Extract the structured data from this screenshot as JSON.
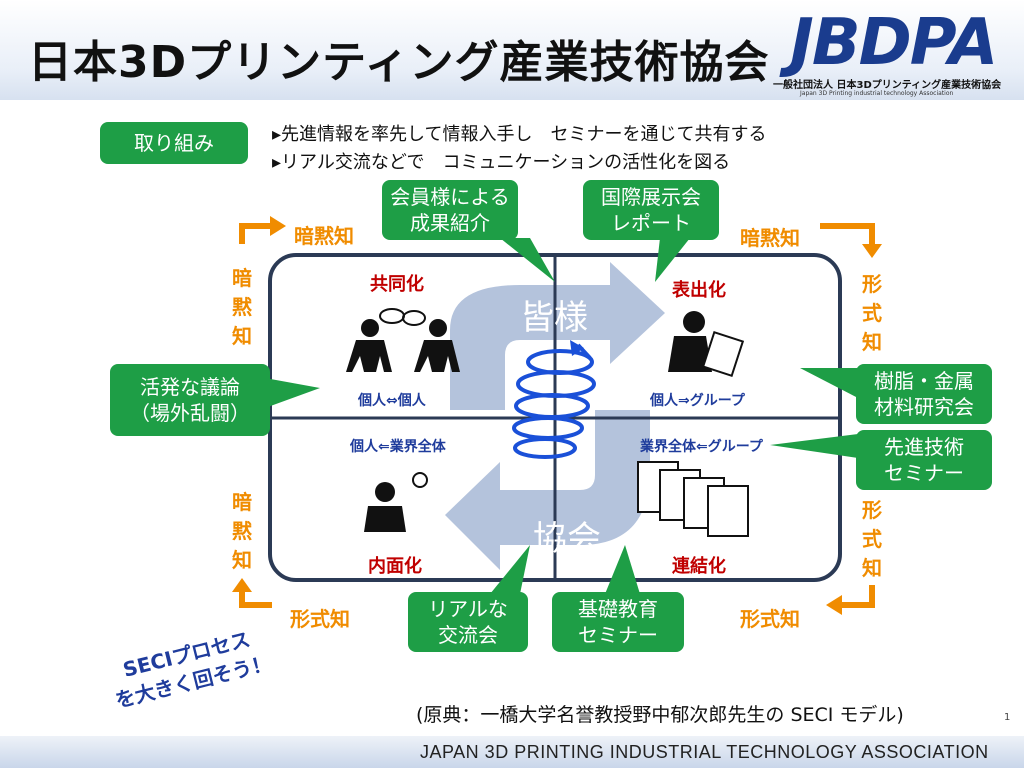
{
  "header": {
    "title": "日本3Dプリンティング産業技術協会",
    "logo_mark": "JBDPA",
    "logo_sub": "一般社団法人 日本3Dプリンティング産業技術協会",
    "logo_eng": "Japan 3D Printing industrial technology Association"
  },
  "goals": {
    "label": "取り組み",
    "lines": [
      "▸先進情報を率先して情報入手し　セミナーを通じて共有する",
      "▸リアル交流などで　コミュニケーションの活性化を図る"
    ]
  },
  "callouts": {
    "results": [
      "会員様による",
      "成果紹介"
    ],
    "expo": [
      "国際展示会",
      "レポート"
    ],
    "debate": [
      "活発な議論",
      "（場外乱闘）"
    ],
    "resin": [
      "樹脂・金属",
      "材料研究会"
    ],
    "advanced": [
      "先進技術",
      "セミナー"
    ],
    "meetup": [
      "リアルな",
      "交流会"
    ],
    "basic": [
      "基礎教育",
      "セミナー"
    ]
  },
  "edge_labels": {
    "top_left": "暗黙知",
    "top_right": "暗黙知",
    "bottom_left": "形式知",
    "bottom_right": "形式知",
    "left_top_vertical": [
      "暗",
      "黙",
      "知"
    ],
    "left_bottom_vertical": [
      "暗",
      "黙",
      "知"
    ],
    "right_top_vertical": [
      "形",
      "式",
      "知"
    ],
    "right_bottom_vertical": [
      "形",
      "式",
      "知"
    ]
  },
  "quadrants": {
    "socialization": {
      "title": "共同化",
      "caption": "個人⇔個人"
    },
    "externalization": {
      "title": "表出化",
      "caption": "個人⇒グループ"
    },
    "internalization": {
      "title": "内面化",
      "caption": "個人⇐業界全体"
    },
    "combination": {
      "title": "連結化",
      "caption": "業界全体⇐グループ"
    }
  },
  "center": {
    "top": "皆様",
    "bottom": "協会"
  },
  "seci_note": [
    "SECIプロセス",
    "を大きく回そう！"
  ],
  "source": "(原典：一橋大学名誉教授野中郁次郎先生の SECI モデル)",
  "page_number": "1",
  "footer": "JAPAN 3D PRINTING INDUSTRIAL TECHNOLOGY ASSOCIATION",
  "colors": {
    "green": "#1e9e46",
    "orange": "#f08c00",
    "red": "#c00000",
    "blue": "#1f3c9c",
    "arrow": "#b4c3dc"
  }
}
